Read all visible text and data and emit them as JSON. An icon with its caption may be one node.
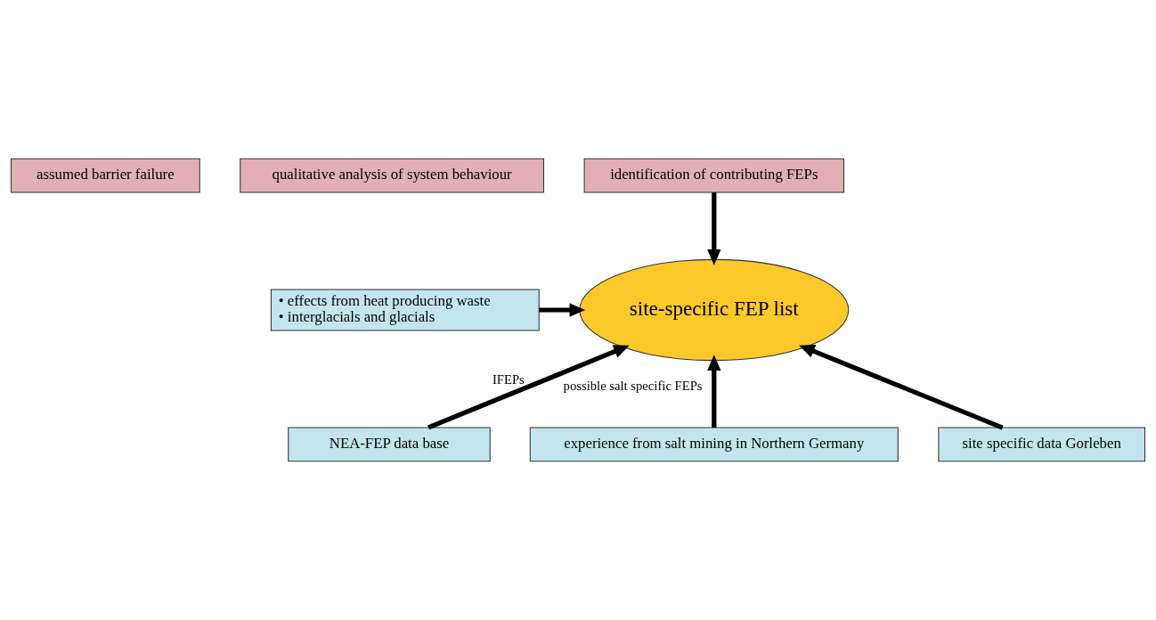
{
  "diagram": {
    "nodes": [
      {
        "text": [
          "assumed barrier failure"
        ]
      },
      {
        "text": [
          "qualitative analysis of system behaviour"
        ]
      },
      {
        "text": [
          "identification of contributing FEPs"
        ]
      },
      {
        "text": [
          "site-specific FEP list"
        ]
      },
      {
        "text": [
          "• effects from heat producing waste",
          "• interglacials and glacials"
        ]
      },
      {
        "text": [
          "NEA-FEP data base"
        ]
      },
      {
        "text": [
          "experience from salt mining in Northern Germany"
        ]
      },
      {
        "text": [
          "site specific data Gorleben"
        ]
      }
    ],
    "edges": [
      {
        "from": 2,
        "to": 3,
        "arrow": "to"
      },
      {
        "from": 4,
        "to": 3,
        "arrow": "to"
      },
      {
        "from": 5,
        "to": 3,
        "arrow": "to",
        "label": "IFEPs"
      },
      {
        "from": 6,
        "to": 3,
        "arrow": "to",
        "label": "possible salt specific FEPs"
      },
      {
        "from": 7,
        "to": 3,
        "arrow": "to"
      }
    ]
  }
}
